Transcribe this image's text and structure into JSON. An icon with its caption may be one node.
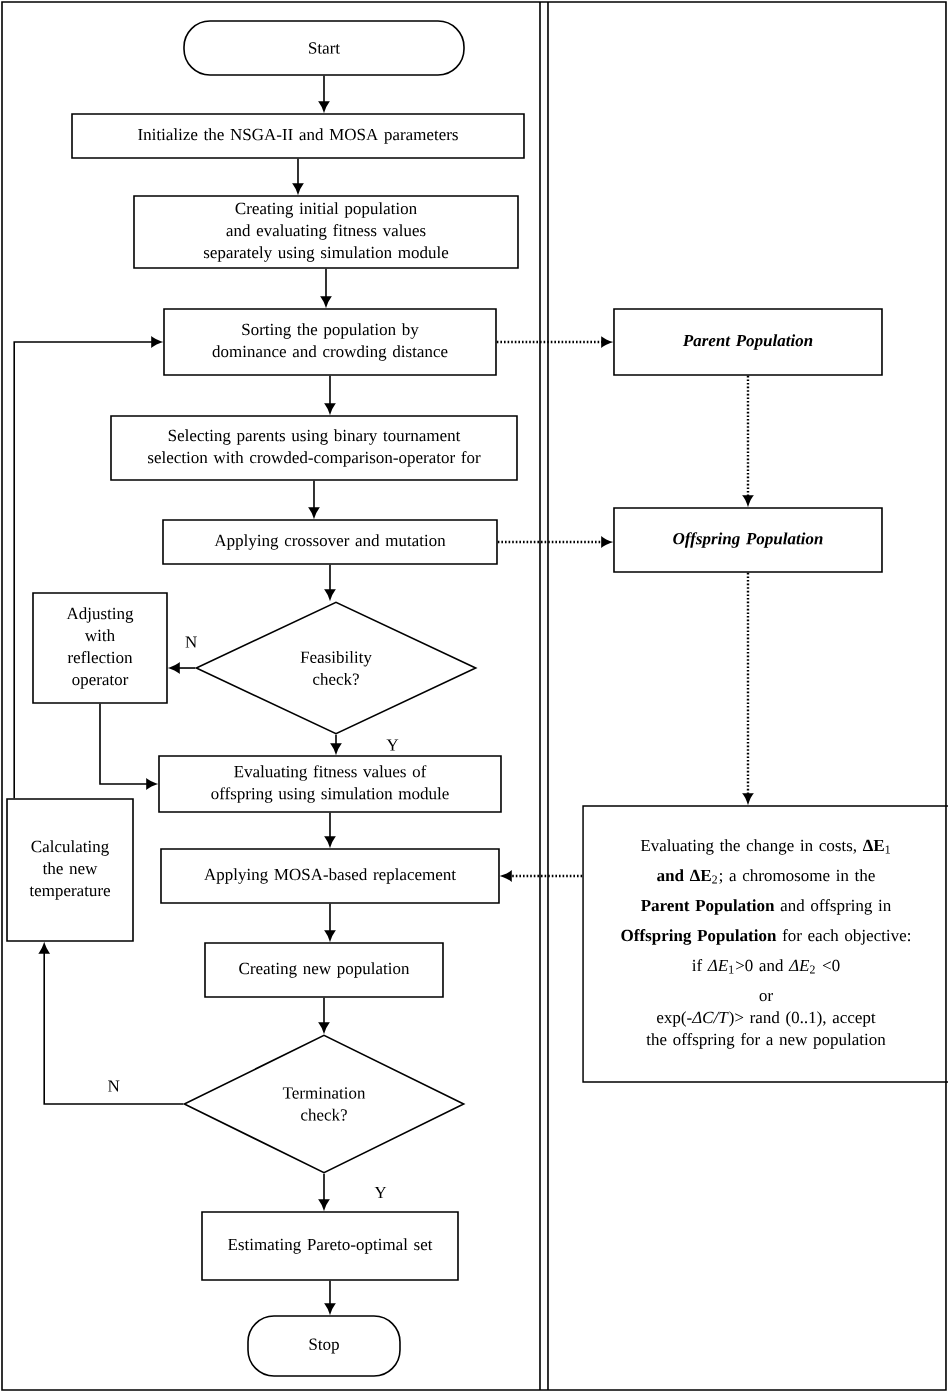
{
  "diagram": {
    "nodes": [
      {
        "text": [
          "Start"
        ]
      },
      {
        "text": [
          "Initialize the NSGA-II and MOSA parameters"
        ]
      },
      {
        "text": [
          "Creating initial population and evaluating fitness values separately using simulation module"
        ]
      },
      {
        "text": [
          "Sorting the population by dominance and crowding distance"
        ]
      },
      {
        "text": [
          "Selecting parents using binary tournament selection with crowded-comparison-operator for"
        ]
      },
      {
        "text": [
          "Applying crossover and mutation"
        ]
      },
      {
        "text": [
          "Feasibility check?"
        ]
      },
      {
        "text": [
          "Adjusting with reflection operator"
        ]
      },
      {
        "text": [
          "Evaluating fitness values of offspring using simulation module"
        ]
      },
      {
        "text": [
          "Calculating the new temperature"
        ]
      },
      {
        "text": [
          "Applying MOSA-based replacement"
        ]
      },
      {
        "text": [
          "Creating new population"
        ]
      },
      {
        "text": [
          "Termination check?"
        ]
      },
      {
        "text": [
          "Estimating Pareto-optimal set"
        ]
      },
      {
        "text": [
          "Stop"
        ]
      },
      {
        "text": [
          "Parent Population"
        ]
      },
      {
        "text": [
          "Offspring Population"
        ]
      },
      {
        "text": [
          "Evaluating the change in costs, **ΔE**$_{1}$ **and ΔE**$_{2}$; a chromosome in the **Parent Population** and offspring in **Offspring Population** for each objective:",
          "if *ΔE*$_{1}$>0 and *ΔE*$_{2}$ <0",
          "or",
          "exp(-*ΔC/T*)> rand (0..1), accept the offspring for a new population"
        ]
      }
    ],
    "edges": [
      {
        "from": 0,
        "to": 1,
        "arrow": "to"
      },
      {
        "from": 1,
        "to": 2,
        "arrow": "to"
      },
      {
        "from": 2,
        "to": 3,
        "arrow": "to"
      },
      {
        "from": 3,
        "to": 4,
        "arrow": "to"
      },
      {
        "from": 4,
        "to": 5,
        "arrow": "to"
      },
      {
        "from": 5,
        "to": 6,
        "arrow": "to"
      },
      {
        "from": 6,
        "to": 7,
        "arrow": "to",
        "label": "N"
      },
      {
        "from": 6,
        "to": 8,
        "arrow": "to",
        "label": "Y"
      },
      {
        "from": 7,
        "to": 8,
        "arrow": "to"
      },
      {
        "from": 8,
        "to": 10,
        "arrow": "to"
      },
      {
        "from": 10,
        "to": 11,
        "arrow": "to"
      },
      {
        "from": 11,
        "to": 12,
        "arrow": "to"
      },
      {
        "from": 12,
        "to": 13,
        "arrow": "to",
        "label": "Y"
      },
      {
        "from": 13,
        "to": 14,
        "arrow": "to"
      },
      {
        "from": 12,
        "to": 9,
        "arrow": "to",
        "label": "N"
      },
      {
        "from": 9,
        "to": 3,
        "arrow": "to"
      },
      {
        "from": 3,
        "to": 15,
        "arrow": "to",
        "style": "dashed"
      },
      {
        "from": 15,
        "to": 16,
        "arrow": "to",
        "style": "dashed"
      },
      {
        "from": 5,
        "to": 16,
        "arrow": "to",
        "style": "dashed"
      },
      {
        "from": 16,
        "to": 17,
        "arrow": "to",
        "style": "dashed"
      },
      {
        "from": 17,
        "to": 10,
        "arrow": "to",
        "style": "dashed"
      }
    ]
  }
}
